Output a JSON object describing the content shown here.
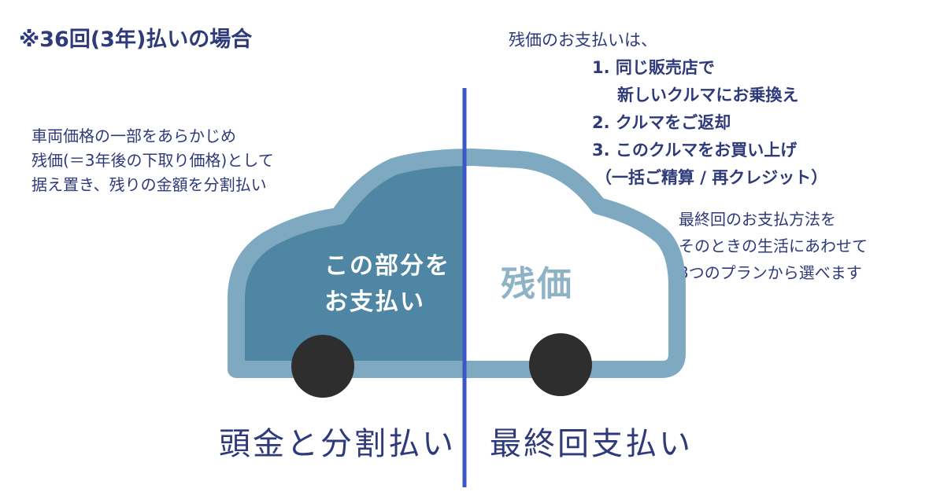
{
  "heading": "※36回(3年)払いの場合",
  "left_description": [
    "車両価格の一部をあらかじめ",
    "残価(＝3年後の下取り価格)として",
    "据え置き、残りの金額を分割払い"
  ],
  "right_options": {
    "intro": "残価のお支払いは、",
    "lines": [
      "1. 同じ販売店で",
      "新しいクルマにお乗換え",
      "2. クルマをご返却",
      "3. このクルマをお買い上げ",
      "（一括ご精算 / 再クレジット）"
    ]
  },
  "right_note": [
    "最終回のお支払方法を",
    "そのときの生活にあわせて",
    "3つのプランから選べます"
  ],
  "car": {
    "left_label": [
      "この部分を",
      "お支払い"
    ],
    "right_label": "残価"
  },
  "bottom": {
    "left": "頭金と分割払い",
    "right": "最終回支払い"
  },
  "colors": {
    "text": "#2e3a7a",
    "car_dark": "#4f86a3",
    "car_outline": "#7fa9c1",
    "divider": "#3a56c8",
    "wheel": "#2e2e2e"
  }
}
